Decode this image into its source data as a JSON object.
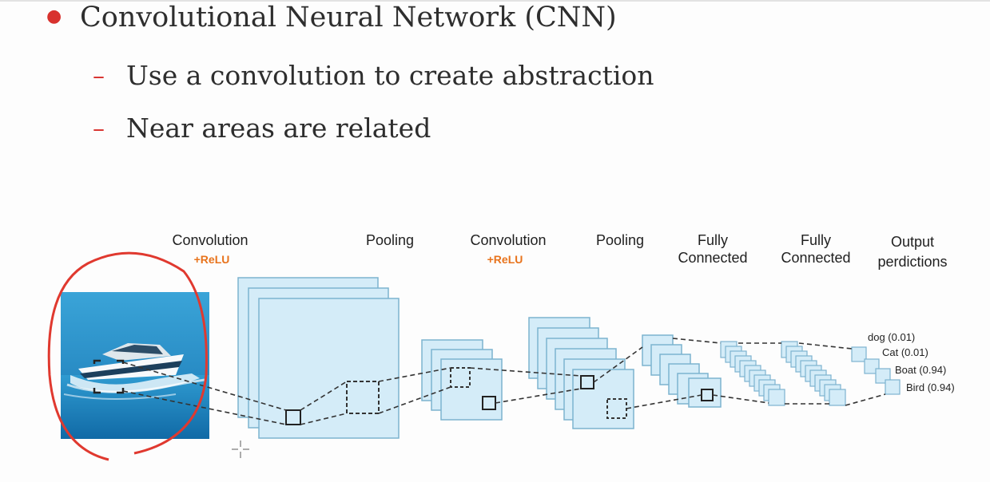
{
  "slide": {
    "bullet": "Convolutional Neural Network (CNN)",
    "sub_bullets": [
      "Use a convolution to create abstraction",
      "Near areas are related"
    ]
  },
  "diagram": {
    "stage_labels": {
      "conv1": "Convolution",
      "conv1_sub": "+ReLU",
      "pool1": "Pooling",
      "conv2": "Convolution",
      "conv2_sub": "+ReLU",
      "pool2": "Pooling",
      "fc1_l1": "Fully",
      "fc1_l2": "Connected",
      "fc2_l1": "Fully",
      "fc2_l2": "Connected",
      "out_l1": "Output",
      "out_l2": "perdictions"
    },
    "outputs": [
      "dog (0.01)",
      "Cat (0.01)",
      "Boat (0.94)",
      "Bird (0.94)"
    ],
    "icons": [
      "boat-image",
      "cursor-crosshair-icon",
      "red-circle-annotation"
    ]
  },
  "colors": {
    "bullet_accent": "#d8322e",
    "relu_accent": "#e8731c",
    "layer_fill": "#d3ecf8",
    "layer_stroke": "#6fa9c8",
    "annotation_red": "#e0392f"
  }
}
